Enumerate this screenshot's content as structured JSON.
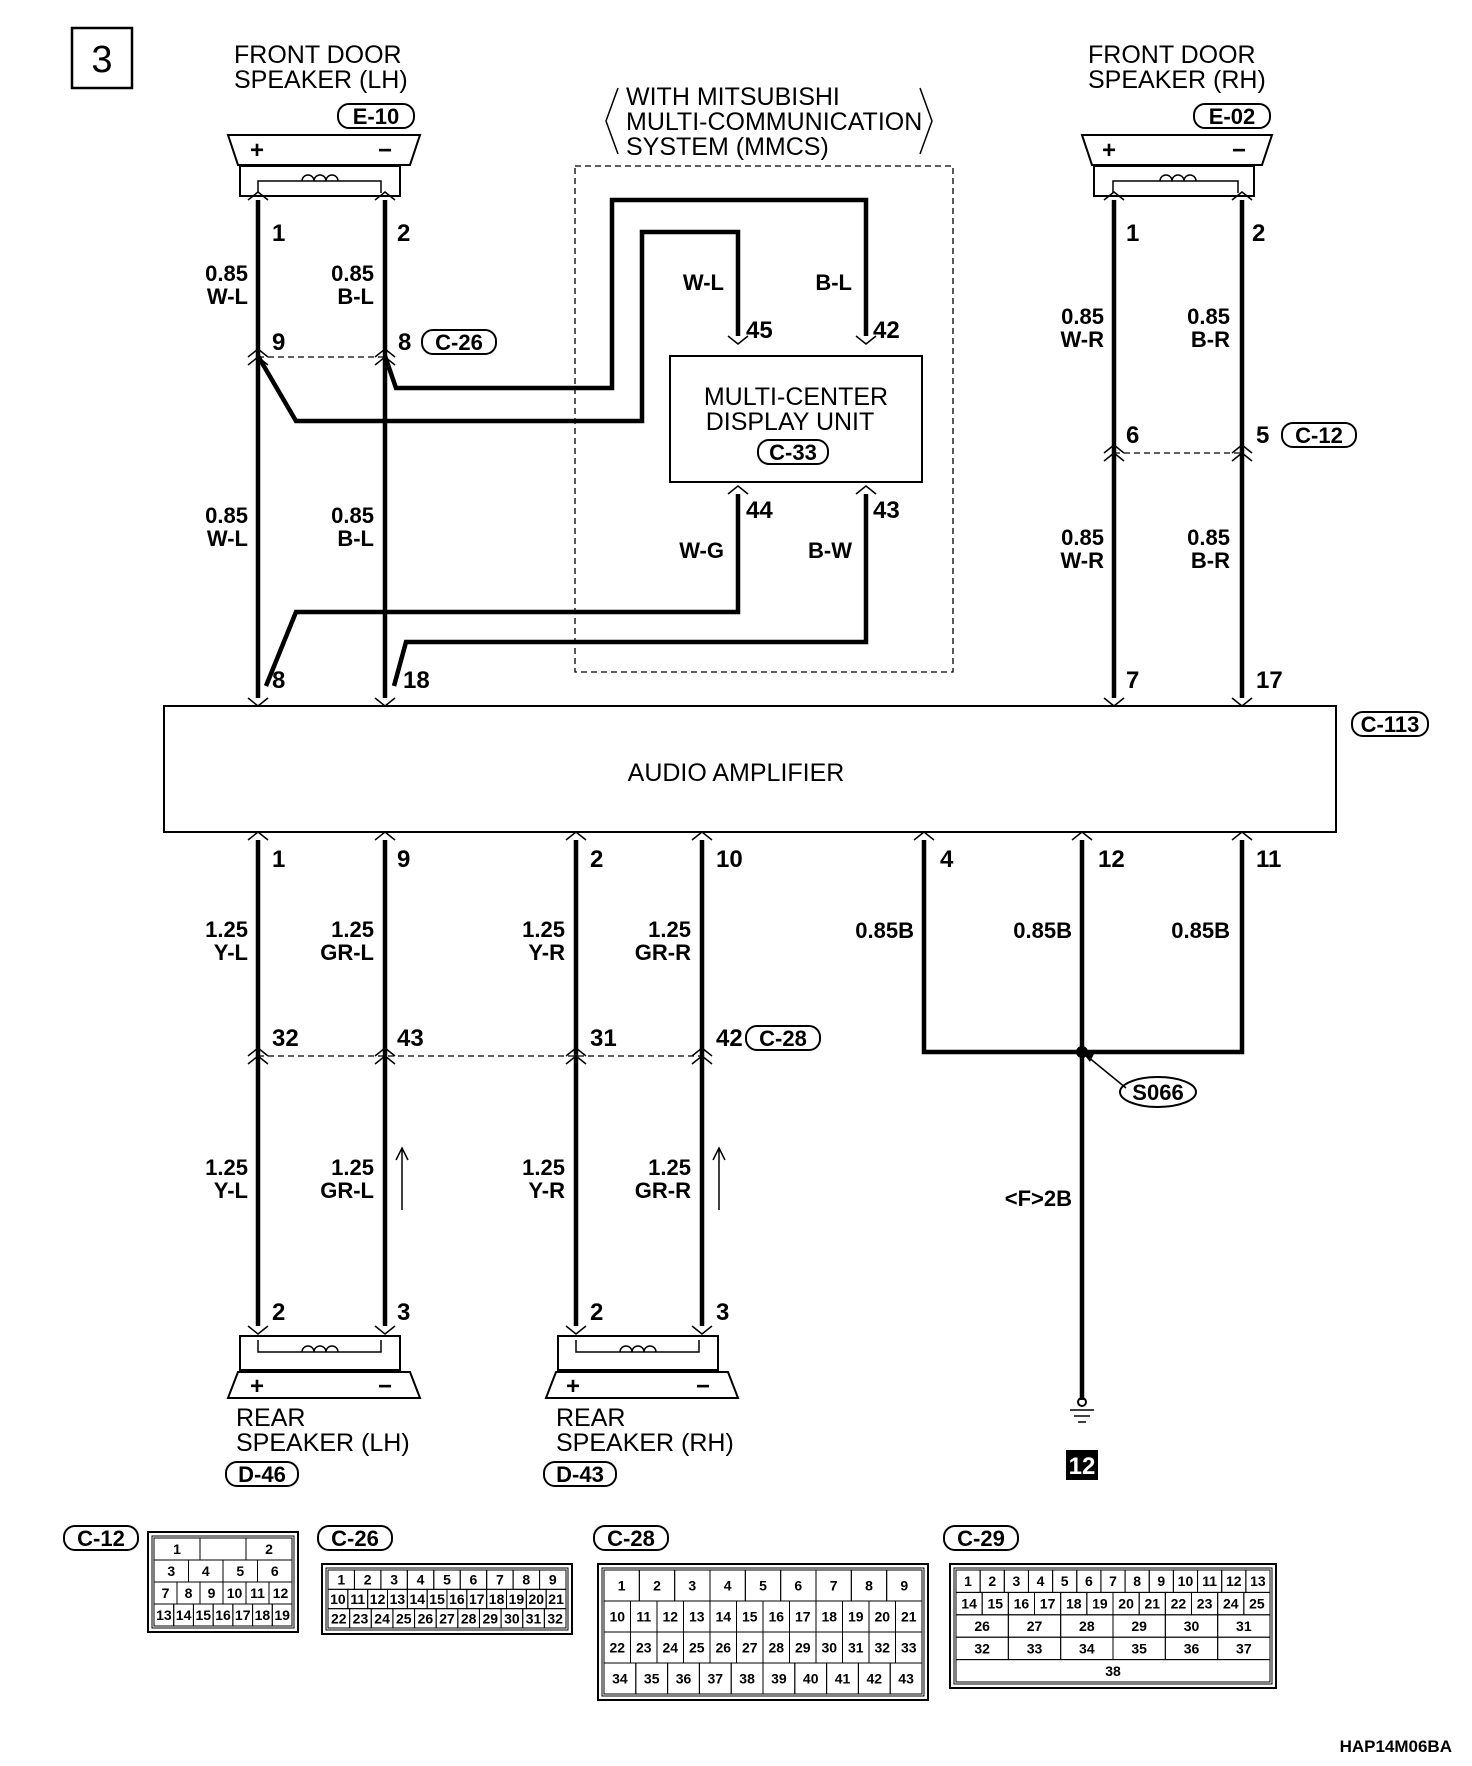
{
  "page_number": "3",
  "footer_code": "HAP14M06BA",
  "mmcs_note": [
    "WITH MITSUBISHI",
    "MULTI-COMMUNICATION",
    "SYSTEM (MMCS)"
  ],
  "components": {
    "front_lh": {
      "title": [
        "FRONT DOOR",
        "SPEAKER (LH)"
      ],
      "connector": "E-10",
      "pins": [
        "1",
        "2"
      ],
      "plus": "+",
      "minus": "−"
    },
    "front_rh": {
      "title": [
        "FRONT DOOR",
        "SPEAKER (RH)"
      ],
      "connector": "E-02",
      "pins": [
        "1",
        "2"
      ],
      "plus": "+",
      "minus": "−"
    },
    "mcdu": {
      "title": [
        "MULTI-CENTER",
        "DISPLAY UNIT"
      ],
      "connector": "C-33",
      "pins": [
        "45",
        "42",
        "44",
        "43"
      ]
    },
    "amplifier": {
      "title": "AUDIO AMPLIFIER",
      "connector": "C-113",
      "top_pins": [
        "8",
        "18",
        "7",
        "17"
      ],
      "bottom_pins": [
        "1",
        "9",
        "2",
        "10",
        "4",
        "12",
        "11"
      ]
    },
    "rear_lh": {
      "title": [
        "REAR",
        "SPEAKER (LH)"
      ],
      "connector": "D-46",
      "pins": [
        "2",
        "3"
      ],
      "plus": "+",
      "minus": "−"
    },
    "rear_rh": {
      "title": [
        "REAR",
        "SPEAKER (RH)"
      ],
      "connector": "D-43",
      "pins": [
        "2",
        "3"
      ],
      "plus": "+",
      "minus": "−"
    }
  },
  "junctions": {
    "c26": {
      "connector": "C-26",
      "pins": [
        "9",
        "8"
      ]
    },
    "c12": {
      "connector": "C-12",
      "pins": [
        "6",
        "5"
      ]
    },
    "c28": {
      "connector": "C-28",
      "pins": [
        "32",
        "43",
        "31",
        "42"
      ]
    }
  },
  "wires": {
    "front_lh_upper": [
      "0.85",
      "W-L",
      "0.85",
      "B-L"
    ],
    "front_lh_lower": [
      "0.85",
      "W-L",
      "0.85",
      "B-L"
    ],
    "mcdu_upper": [
      "W-L",
      "B-L"
    ],
    "mcdu_lower": [
      "W-G",
      "B-W"
    ],
    "front_rh_upper": [
      "0.85",
      "W-R",
      "0.85",
      "B-R"
    ],
    "front_rh_lower": [
      "0.85",
      "W-R",
      "0.85",
      "B-R"
    ],
    "rear_upper": [
      "1.25",
      "Y-L",
      "1.25",
      "GR-L",
      "1.25",
      "Y-R",
      "1.25",
      "GR-R"
    ],
    "rear_lower": [
      "1.25",
      "Y-L",
      "1.25",
      "GR-L",
      "1.25",
      "Y-R",
      "1.25",
      "GR-R"
    ],
    "ground": [
      "0.85B",
      "0.85B",
      "0.85B"
    ],
    "ground_lower": "<F>2B"
  },
  "splice": "S066",
  "ground_point": "12",
  "connector_views": [
    {
      "label": "C-12",
      "rows": [
        [
          "1",
          "",
          "2"
        ],
        [
          "3",
          "4",
          "5",
          "6"
        ],
        [
          "7",
          "8",
          "9",
          "10",
          "11",
          "12"
        ],
        [
          "13",
          "14",
          "15",
          "16",
          "17",
          "18",
          "19"
        ]
      ]
    },
    {
      "label": "C-26",
      "rows": [
        [
          "1",
          "2",
          "3",
          "4",
          "5",
          "6",
          "7",
          "8",
          "9"
        ],
        [
          "10",
          "11",
          "12",
          "13",
          "14",
          "15",
          "16",
          "17",
          "18",
          "19",
          "20",
          "21"
        ],
        [
          "22",
          "23",
          "24",
          "25",
          "26",
          "27",
          "28",
          "29",
          "30",
          "31",
          "32"
        ]
      ]
    },
    {
      "label": "C-28",
      "rows": [
        [
          "1",
          "2",
          "3",
          "4",
          "5",
          "6",
          "7",
          "8",
          "9"
        ],
        [
          "10",
          "11",
          "12",
          "13",
          "14",
          "15",
          "16",
          "17",
          "18",
          "19",
          "20",
          "21"
        ],
        [
          "22",
          "23",
          "24",
          "25",
          "26",
          "27",
          "28",
          "29",
          "30",
          "31",
          "32",
          "33"
        ],
        [
          "34",
          "35",
          "36",
          "37",
          "38",
          "39",
          "40",
          "41",
          "42",
          "43"
        ]
      ]
    },
    {
      "label": "C-29",
      "rows": [
        [
          "1",
          "2",
          "3",
          "4",
          "5",
          "6",
          "7",
          "8",
          "9",
          "10",
          "11",
          "12",
          "13"
        ],
        [
          "14",
          "15",
          "16",
          "17",
          "18",
          "19",
          "20",
          "21",
          "22",
          "23",
          "24",
          "25"
        ],
        [
          "26",
          "27",
          "28",
          "29",
          "30",
          "31"
        ],
        [
          "32",
          "33",
          "34",
          "35",
          "36",
          "37"
        ],
        [
          "38"
        ]
      ]
    }
  ]
}
